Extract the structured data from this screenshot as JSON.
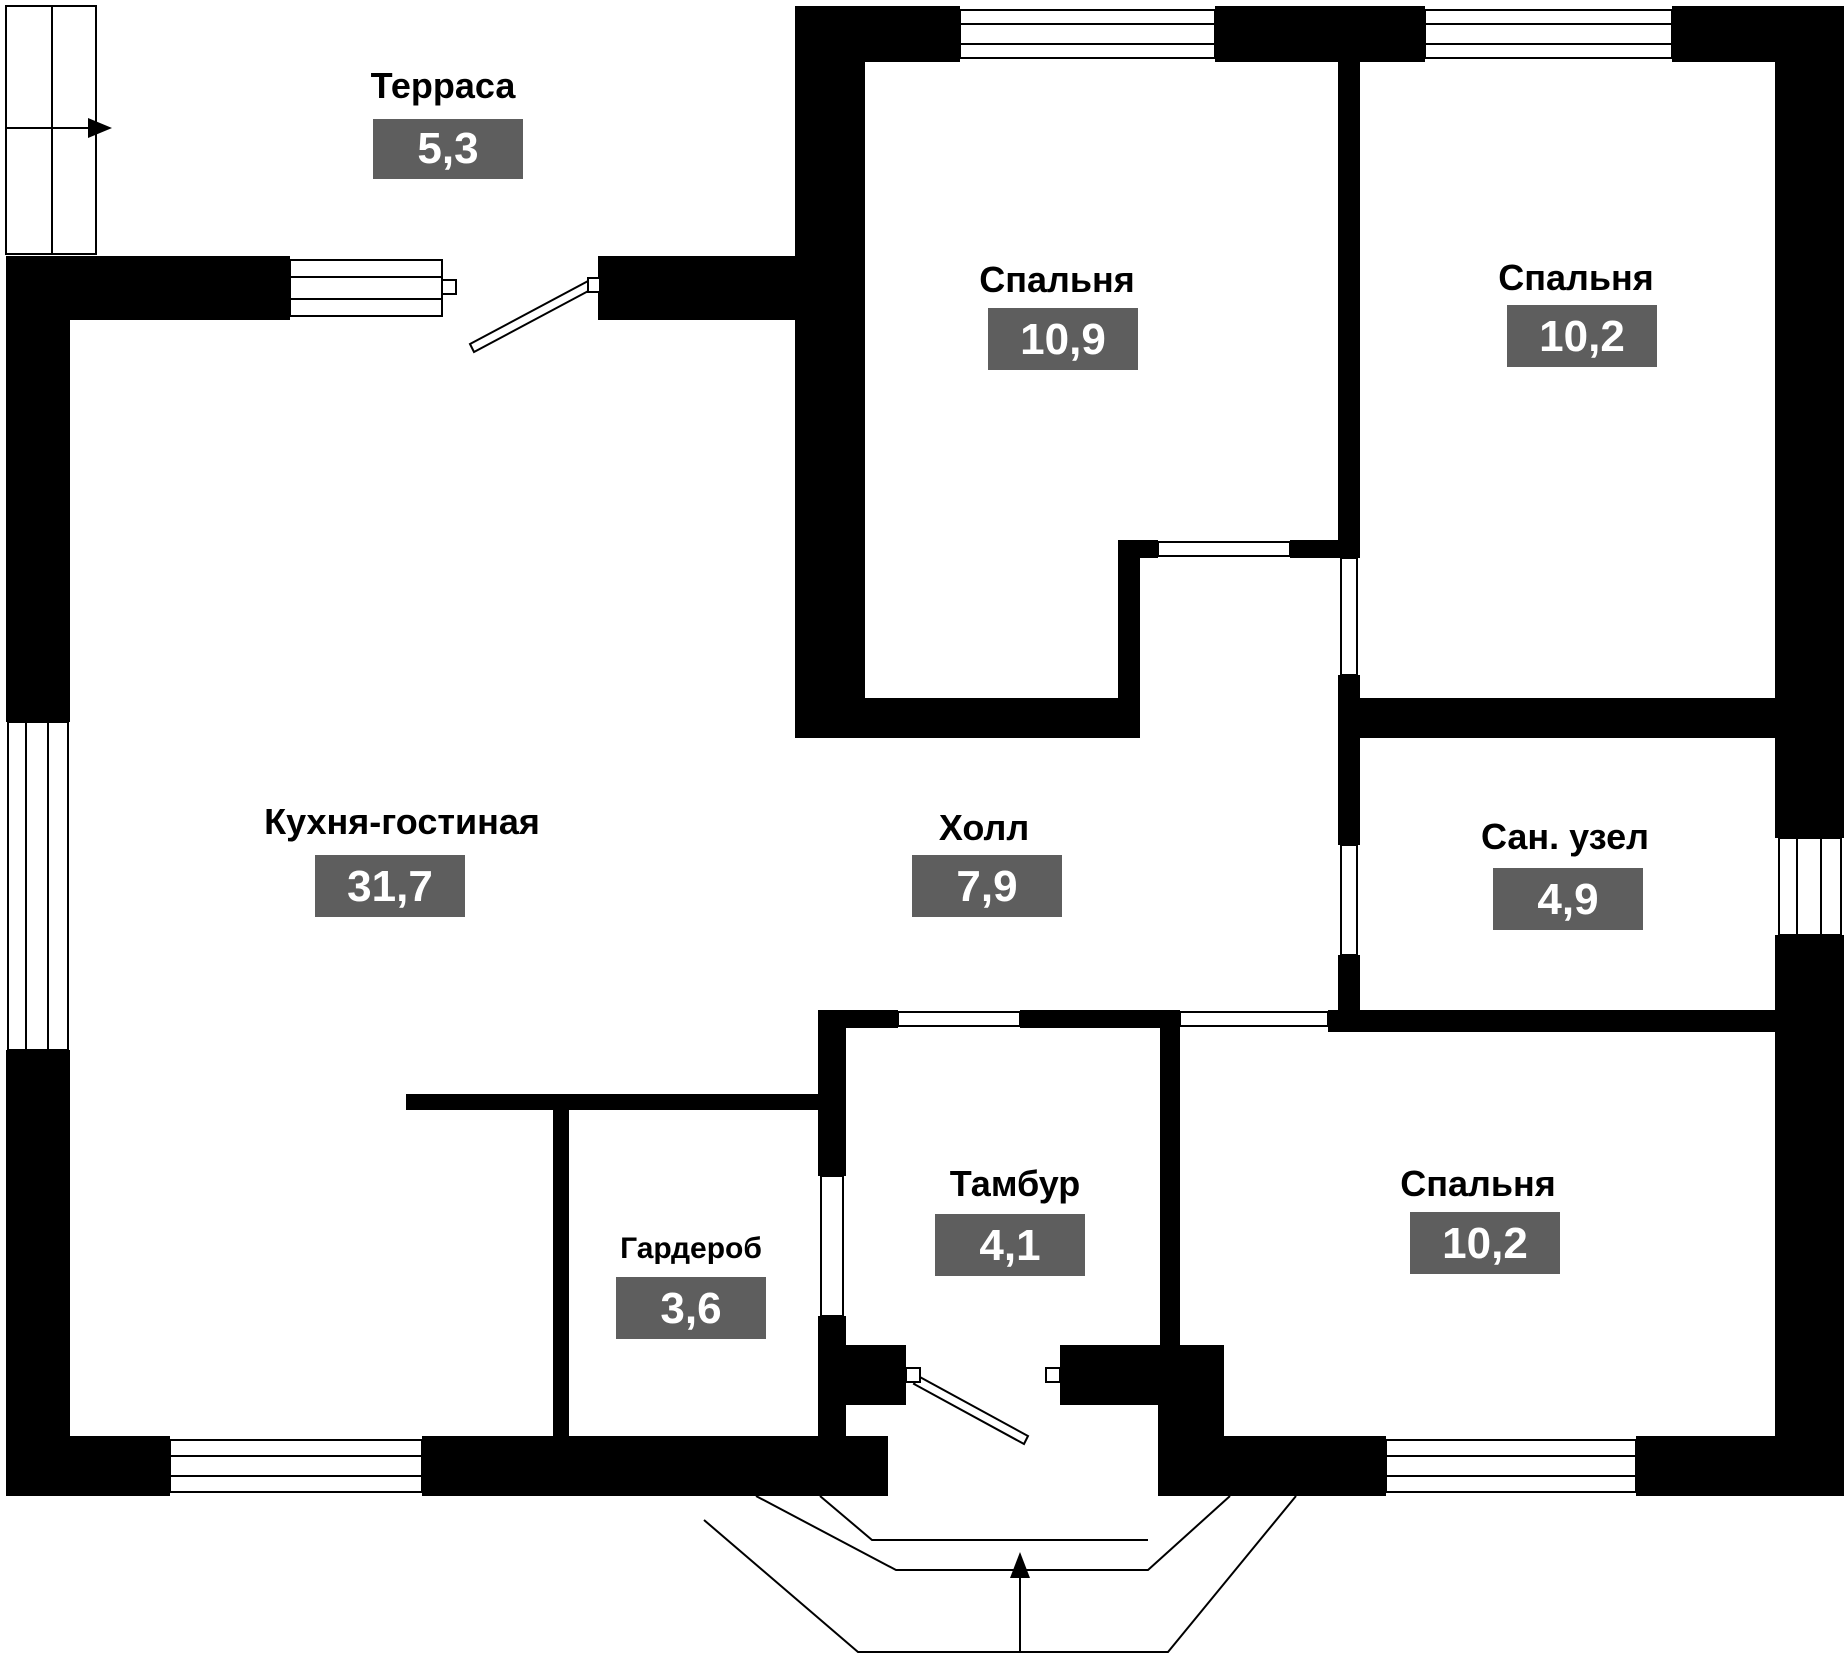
{
  "rooms": {
    "terrace": {
      "name": "Терраса",
      "area": "5,3"
    },
    "bedroom1": {
      "name": "Спальня",
      "area": "10,9"
    },
    "bedroom2": {
      "name": "Спальня",
      "area": "10,2"
    },
    "kitchen": {
      "name": "Кухня-гостиная",
      "area": "31,7"
    },
    "hall": {
      "name": "Холл",
      "area": "7,9"
    },
    "bathroom": {
      "name": "Сан. узел",
      "area": "4,9"
    },
    "vestibule": {
      "name": "Тамбур",
      "area": "4,1"
    },
    "wardrobe": {
      "name": "Гардероб",
      "area": "3,6"
    },
    "bedroom3": {
      "name": "Спальня",
      "area": "10,2"
    }
  },
  "colors": {
    "wall": "#000000",
    "area_badge": "#5e5e5e",
    "background": "#ffffff"
  }
}
